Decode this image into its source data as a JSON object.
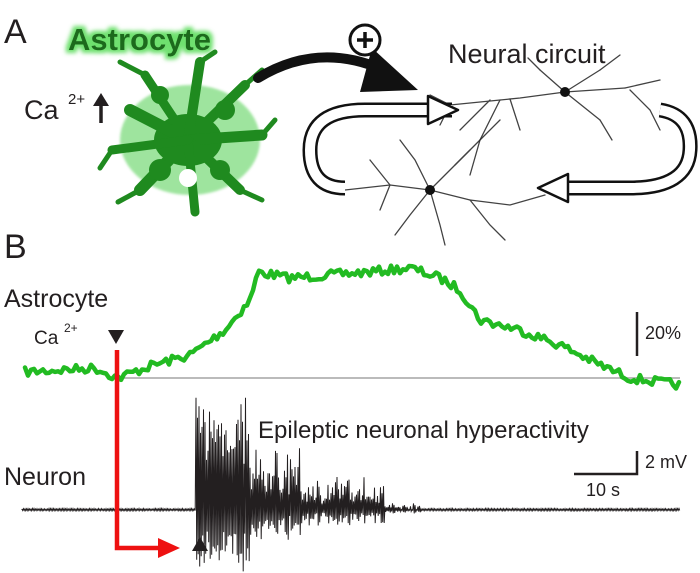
{
  "panel_a": {
    "label": "A",
    "astrocyte_title": "Astrocyte",
    "ca_label": "Ca",
    "ca_superscript": "2+",
    "plus_symbol": "+",
    "neural_circuit_label": "Neural circuit",
    "colors": {
      "astrocyte": "#1f8a1f",
      "astrocyte_glow": "#6ee06e",
      "neuron": "#1a1a1a",
      "arrow": "#111111"
    },
    "icons": [
      "up-arrow-icon",
      "plus-circle-icon",
      "curved-arrow-icon",
      "loop-arrow-icon"
    ]
  },
  "panel_b": {
    "label": "B",
    "astrocyte_label": "Astrocyte",
    "ca_label": "Ca",
    "ca_superscript": "2+",
    "neuron_label": "Neuron",
    "hyperactivity_label": "Epileptic neuronal hyperactivity",
    "scale_percent_label": "20%",
    "scale_mv_label": "2 mV",
    "scale_time_label": "10 s",
    "colors": {
      "ca_trace": "#22bb22",
      "baseline": "#bbbbbb",
      "onset_arrow": "#ee1111",
      "trace": "#231f20"
    },
    "icons": [
      "down-triangle-marker-icon",
      "up-triangle-marker-icon",
      "red-elbow-arrow-icon"
    ]
  }
}
